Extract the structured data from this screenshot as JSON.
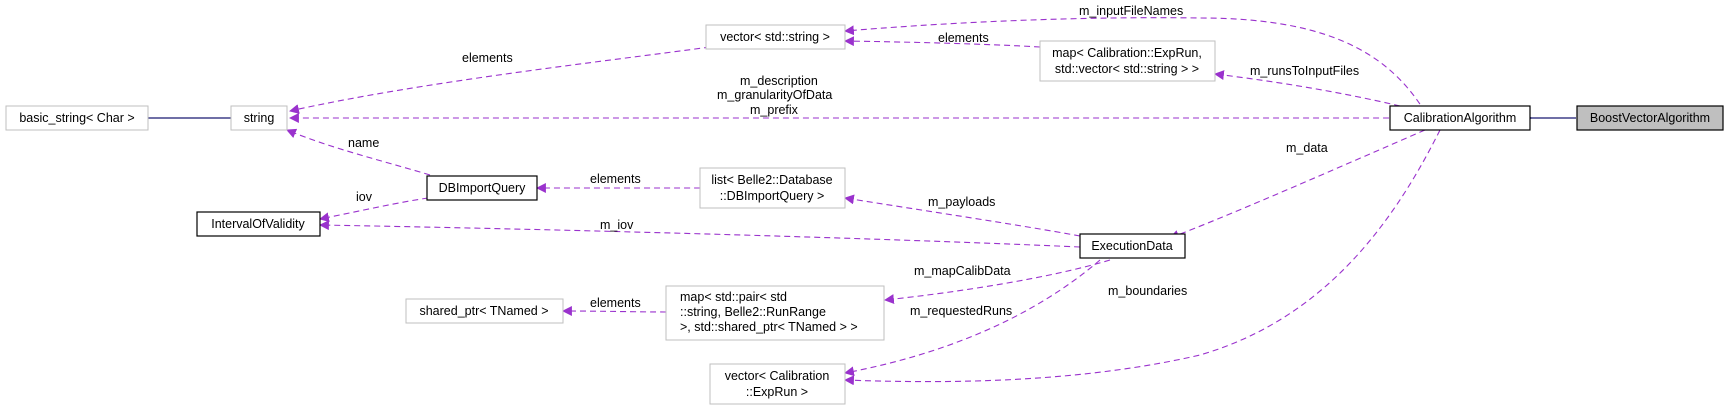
{
  "colors": {
    "usage_edge": "#9a32cd",
    "inheritance_edge": "#191970",
    "documented_box_border": "#000000",
    "undocumented_box_border": "#bfbfbf",
    "current_class_fill": "#bfbfbf"
  },
  "nodes": {
    "boostvector": "BoostVectorAlgorithm",
    "calibration": "CalibrationAlgorithm",
    "vector_string": "vector< std::string >",
    "map_exprun_1": "map< Calibration::ExpRun,",
    "map_exprun_2": "std::vector< std::string > >",
    "basic_string": "basic_string< Char >",
    "string": "string",
    "dbimportquery": "DBImportQuery",
    "list_1": "list< Belle2::Database",
    "list_2": "::DBImportQuery >",
    "iov": "IntervalOfValidity",
    "executiondata": "ExecutionData",
    "shared_ptr": "shared_ptr< TNamed >",
    "map_pair_1": "map< std::pair< std",
    "map_pair_2": "::string, Belle2::RunRange",
    "map_pair_3": " >, std::shared_ptr< TNamed > >",
    "vector_exprun_1": "vector< Calibration",
    "vector_exprun_2": "::ExpRun >"
  },
  "edges": {
    "m_inputFileNames": "m_inputFileNames",
    "elements_vector_map": "elements",
    "elements_string_vector": "elements",
    "m_runsToInputFiles": "m_runsToInputFiles",
    "m_description": "m_description",
    "m_granularityOfData": "m_granularityOfData",
    "m_prefix": "m_prefix",
    "name": "name",
    "elements_db_list": "elements",
    "iov": "iov",
    "m_data": "m_data",
    "m_payloads": "m_payloads",
    "m_iov": "m_iov",
    "m_mapCalibData": "m_mapCalibData",
    "elements_shared_map": "elements",
    "m_requestedRuns": "m_requestedRuns",
    "m_boundaries": "m_boundaries"
  }
}
